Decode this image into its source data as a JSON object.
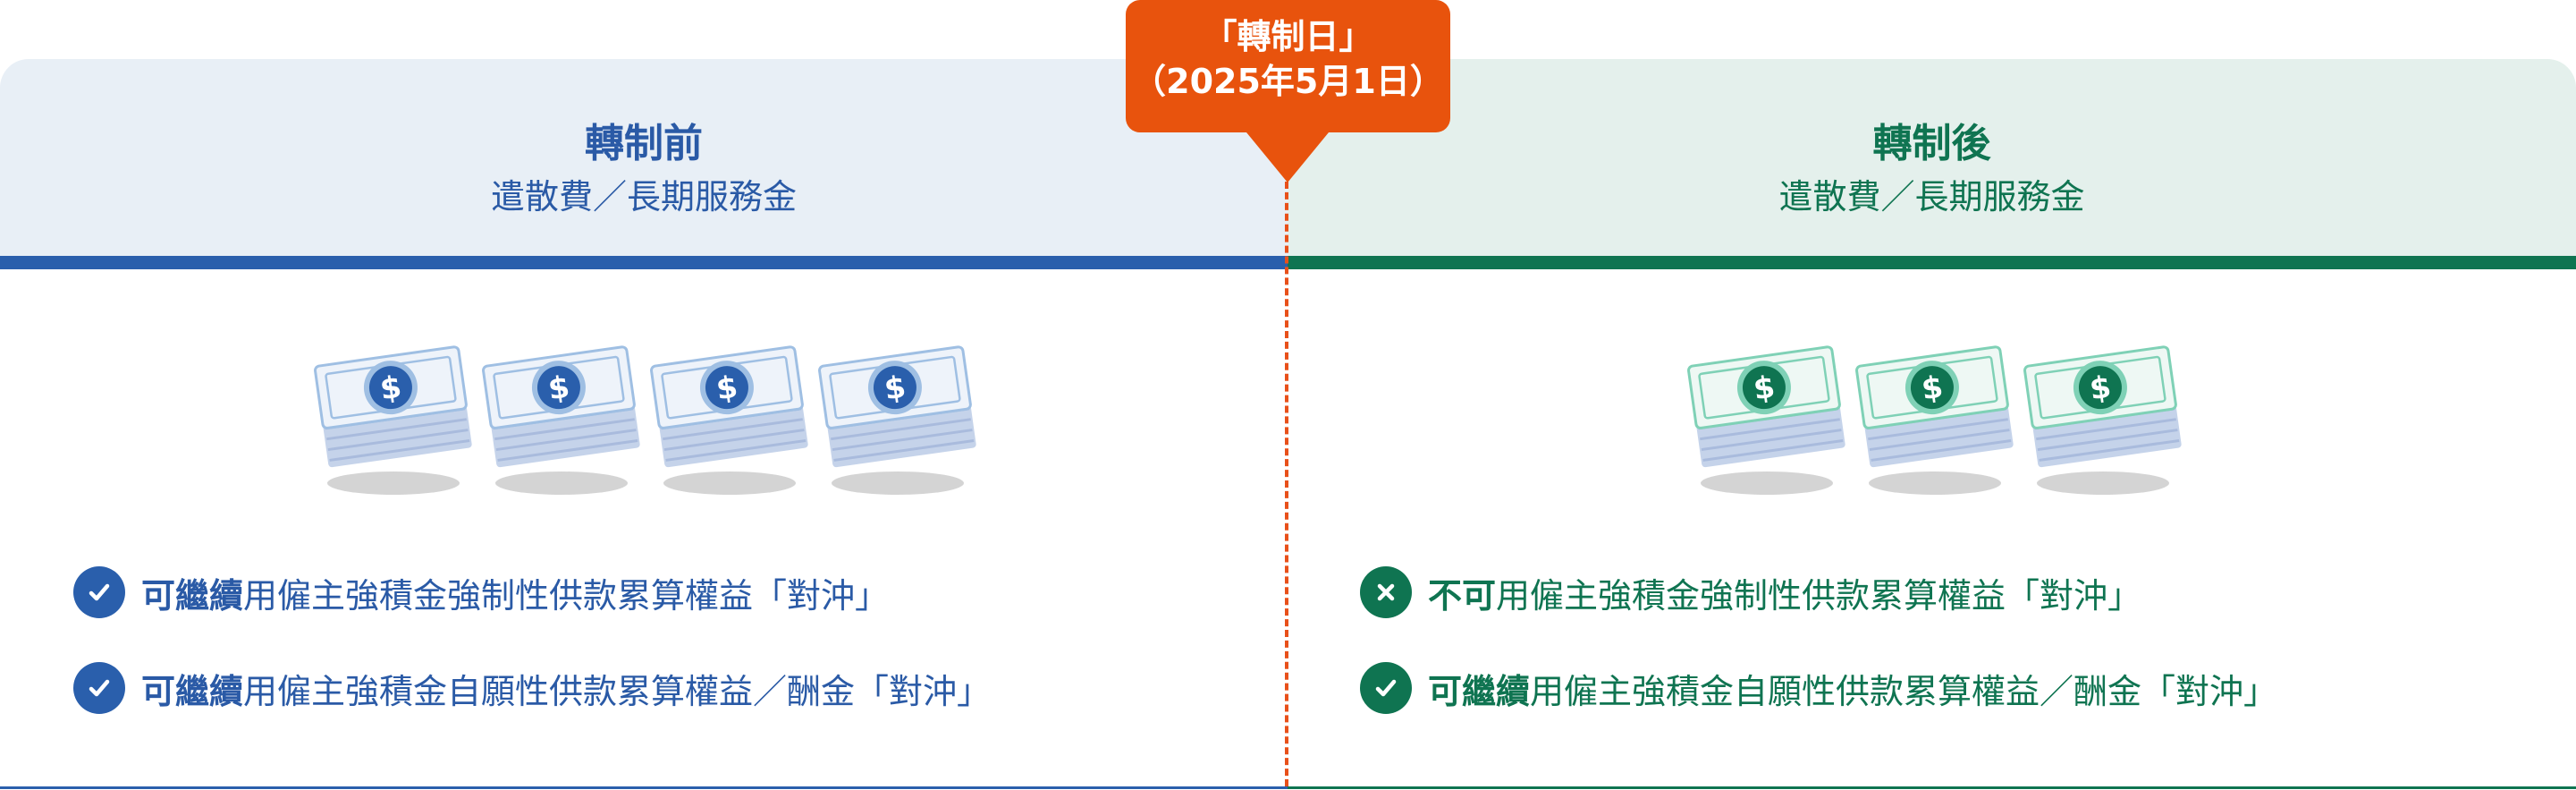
{
  "timeline": {
    "date_line1": "「轉制日」",
    "date_line2": "（2025年5月1日）",
    "accent_color": "#e8530d"
  },
  "before": {
    "title": "轉制前",
    "subtitle": "遣散費／長期服務金",
    "money_stacks": 4,
    "color": "#2a5fac",
    "items": [
      {
        "icon": "check-icon",
        "strong": "可繼續",
        "text": "用僱主強積金強制性供款累算權益「對沖」"
      },
      {
        "icon": "check-icon",
        "strong": "可繼續",
        "text": "用僱主強積金自願性供款累算權益／酬金「對沖」"
      }
    ]
  },
  "after": {
    "title": "轉制後",
    "subtitle": "遣散費／長期服務金",
    "money_stacks": 3,
    "color": "#0f7451",
    "items": [
      {
        "icon": "cross-icon",
        "strong": "不可",
        "text": "用僱主強積金強制性供款累算權益「對沖」"
      },
      {
        "icon": "check-icon",
        "strong": "可繼續",
        "text": "用僱主強積金自願性供款累算權益／酬金「對沖」"
      }
    ]
  }
}
